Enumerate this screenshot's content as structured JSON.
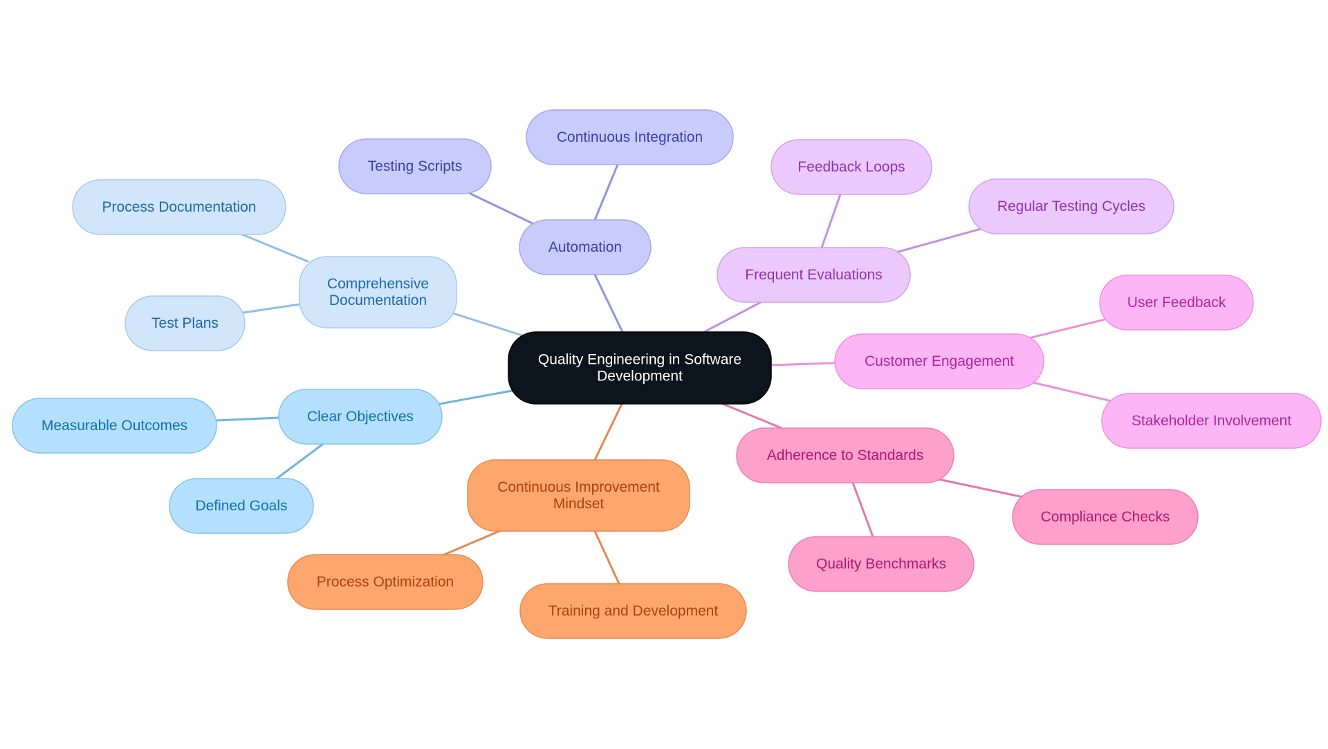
{
  "mindmap": {
    "root": {
      "lines": [
        "Quality Engineering in Software",
        "Development"
      ],
      "fill": "#0c141d",
      "stroke": "#000000",
      "text": "#ffffff"
    },
    "branches": [
      {
        "id": "automation",
        "lines": [
          "Automation"
        ],
        "fill": "#c8ccfd",
        "stroke": "#a2a6ee",
        "text": "#3b3fa8",
        "line": "#8f95e0",
        "children": [
          {
            "id": "testing-scripts",
            "lines": [
              "Testing Scripts"
            ]
          },
          {
            "id": "continuous-integration",
            "lines": [
              "Continuous Integration"
            ]
          }
        ]
      },
      {
        "id": "comprehensive-documentation",
        "lines": [
          "Comprehensive",
          "Documentation"
        ],
        "fill": "#d1e5fb",
        "stroke": "#a7c9ee",
        "text": "#1e66a8",
        "line": "#8fbde6",
        "children": [
          {
            "id": "process-documentation",
            "lines": [
              "Process Documentation"
            ]
          },
          {
            "id": "test-plans",
            "lines": [
              "Test Plans"
            ]
          }
        ]
      },
      {
        "id": "clear-objectives",
        "lines": [
          "Clear Objectives"
        ],
        "fill": "#b4e0fd",
        "stroke": "#82c2ea",
        "text": "#1070a8",
        "line": "#6fb3de",
        "children": [
          {
            "id": "measurable-outcomes",
            "lines": [
              "Measurable Outcomes"
            ]
          },
          {
            "id": "defined-goals",
            "lines": [
              "Defined Goals"
            ]
          }
        ]
      },
      {
        "id": "continuous-improvement-mindset",
        "lines": [
          "Continuous Improvement",
          "Mindset"
        ],
        "fill": "#fda66e",
        "stroke": "#ea8a4c",
        "text": "#a8430e",
        "line": "#e08a52",
        "children": [
          {
            "id": "process-optimization",
            "lines": [
              "Process Optimization"
            ]
          },
          {
            "id": "training-and-development",
            "lines": [
              "Training and Development"
            ]
          }
        ]
      },
      {
        "id": "frequent-evaluations",
        "lines": [
          "Frequent Evaluations"
        ],
        "fill": "#ebc9fd",
        "stroke": "#d29ff0",
        "text": "#8d34ad",
        "line": "#c88ee3",
        "children": [
          {
            "id": "feedback-loops",
            "lines": [
              "Feedback Loops"
            ]
          },
          {
            "id": "regular-testing-cycles",
            "lines": [
              "Regular Testing Cycles"
            ]
          }
        ]
      },
      {
        "id": "customer-engagement",
        "lines": [
          "Customer Engagement"
        ],
        "fill": "#fdb6f5",
        "stroke": "#ee8fe3",
        "text": "#b0259e",
        "line": "#ec8fdc",
        "children": [
          {
            "id": "user-feedback",
            "lines": [
              "User Feedback"
            ]
          },
          {
            "id": "stakeholder-involvement",
            "lines": [
              "Stakeholder Involvement"
            ]
          }
        ]
      },
      {
        "id": "adherence-to-standards",
        "lines": [
          "Adherence to Standards"
        ],
        "fill": "#fda0cc",
        "stroke": "#eb7fb2",
        "text": "#b0186d",
        "line": "#e07aa8",
        "children": [
          {
            "id": "compliance-checks",
            "lines": [
              "Compliance Checks"
            ]
          },
          {
            "id": "quality-benchmarks",
            "lines": [
              "Quality Benchmarks"
            ]
          }
        ]
      }
    ]
  }
}
